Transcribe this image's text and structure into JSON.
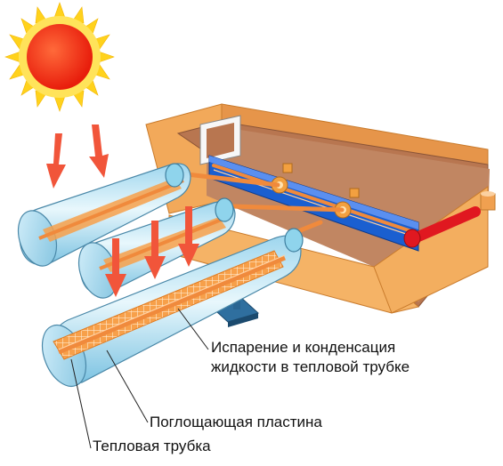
{
  "labels": {
    "evaporation_line1": "Испарение и конденсация",
    "evaporation_line2": "жидкости в тепловой трубке",
    "absorber_plate": "Поглощающая пластина",
    "heat_pipe": "Тепловая трубка"
  },
  "colors": {
    "sun_core": "#f22a12",
    "sun_rays": "#ffd21c",
    "arrow": "#f1553a",
    "tank_outer": "#f5b060",
    "tank_inner": "#bf7a52",
    "manifold": "#1a5fd0",
    "pipe_red": "#e01820",
    "tube_glass": "#bfe6f5",
    "absorber": "#f7a04a",
    "stand": "#2f6f9f"
  }
}
